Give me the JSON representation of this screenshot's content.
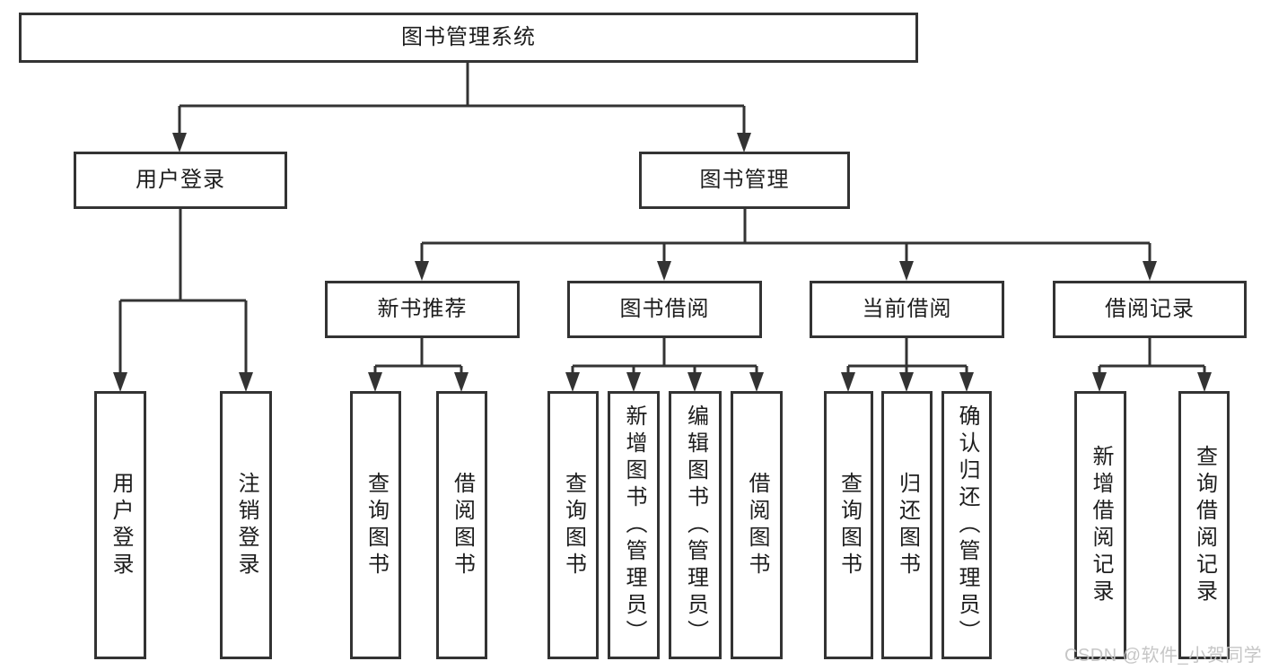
{
  "tree": {
    "root": "图书管理系统",
    "branches": [
      {
        "label": "用户登录",
        "children": [
          "用户登录",
          "注销登录"
        ]
      },
      {
        "label": "图书管理",
        "groups": [
          {
            "label": "新书推荐",
            "children": [
              "查询图书",
              "借阅图书"
            ]
          },
          {
            "label": "图书借阅",
            "children": [
              "查询图书",
              "新增图书（管理员）",
              "编辑图书（管理员）",
              "借阅图书"
            ]
          },
          {
            "label": "当前借阅",
            "children": [
              "查询图书",
              "归还图书",
              "确认归还（管理员）"
            ]
          },
          {
            "label": "借阅记录",
            "children": [
              "新增借阅记录",
              "查询借阅记录"
            ]
          }
        ]
      }
    ]
  },
  "watermark": {
    "text": "CSDN @软件_小贺同学"
  },
  "colors": {
    "line": "#333333",
    "box_border": "#333333",
    "text": "#1d1d1d",
    "background": "#ffffff",
    "watermark": "#c3c3c3"
  }
}
